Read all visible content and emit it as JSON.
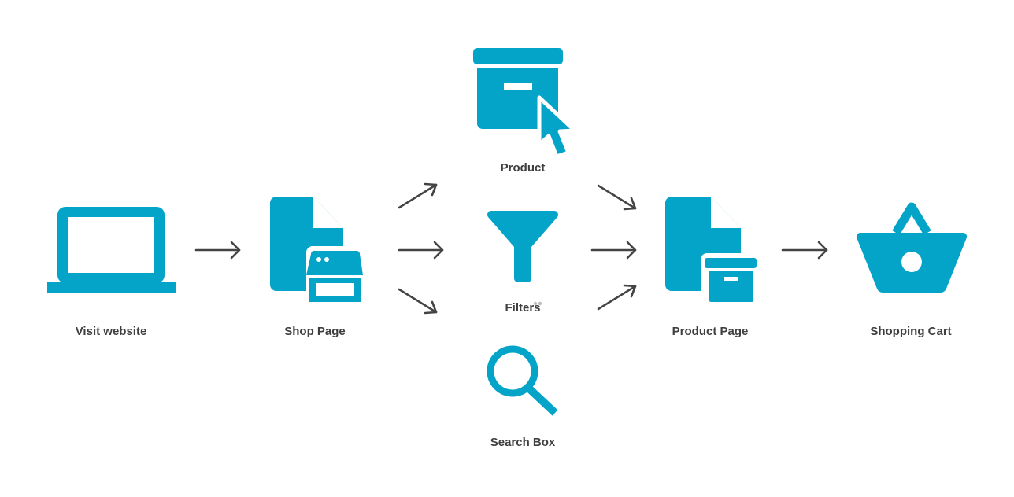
{
  "colors": {
    "icon": "#04A4C9",
    "arrow": "#444444",
    "label": "#3F3F3F",
    "background": "#FFFFFF"
  },
  "nodes": {
    "visit_website": {
      "label": "Visit website",
      "icon": "laptop-icon"
    },
    "shop_page": {
      "label": "Shop Page",
      "icon": "shop-page-icon"
    },
    "product": {
      "label": "Product",
      "icon": "product-box-cursor-icon"
    },
    "filters": {
      "label": "Filters",
      "icon": "funnel-icon"
    },
    "search_box": {
      "label": "Search Box",
      "icon": "magnifier-icon"
    },
    "product_page": {
      "label": "Product Page",
      "icon": "product-page-icon"
    },
    "shopping_cart": {
      "label": "Shopping Cart",
      "icon": "basket-icon"
    }
  }
}
